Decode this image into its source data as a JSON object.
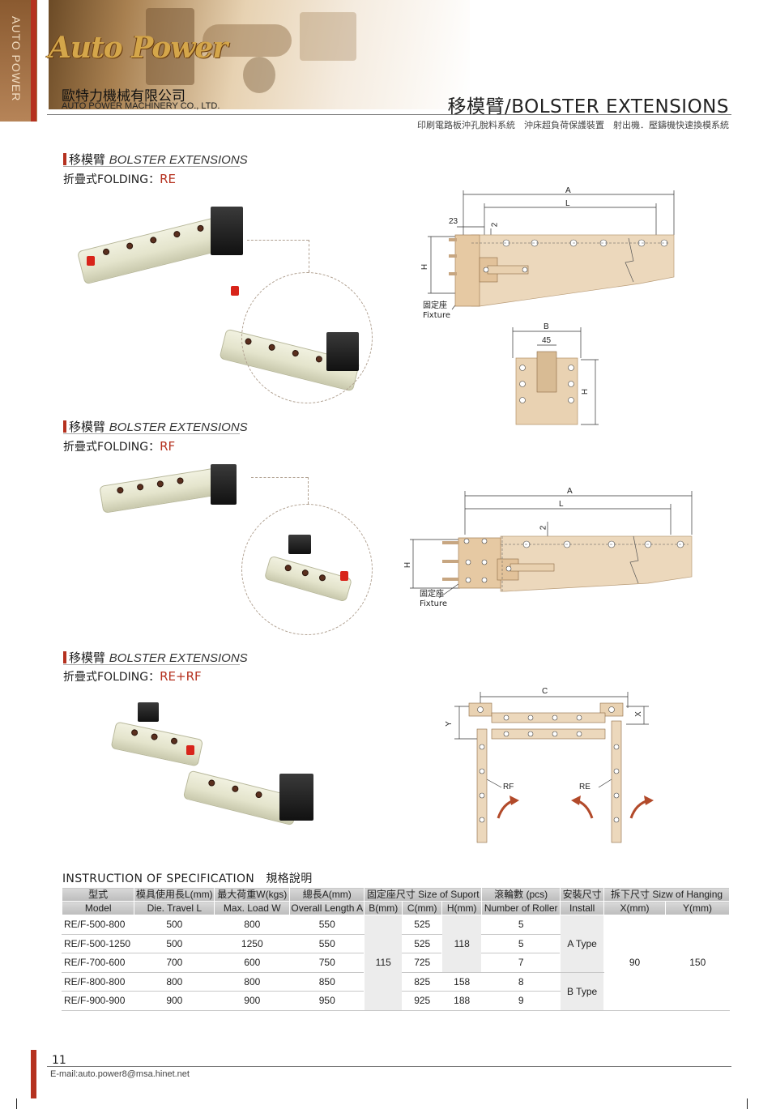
{
  "header": {
    "side_text": "AUTO POWER",
    "logo": "Auto Power",
    "company_cn": "歐特力機械有限公司",
    "company_en": "AUTO POWER MACHINERY CO., LTD.",
    "title": "移模臂/BOLSTER EXTENSIONS",
    "subtitle": "印刷電路板沖孔脫料系統　沖床超負荷保護裝置　射出機．壓鑄機快速換模系統"
  },
  "sections": [
    {
      "cn": "移模臂",
      "en": "BOLSTER EXTENSIONS",
      "sub": "折疊式FOLDING：",
      "code": "RE"
    },
    {
      "cn": "移模臂",
      "en": "BOLSTER EXTENSIONS",
      "sub": "折疊式FOLDING：",
      "code": "RF"
    },
    {
      "cn": "移模臂",
      "en": "BOLSTER EXTENSIONS",
      "sub": "折疊式FOLDING：",
      "code": "RE+RF"
    }
  ],
  "drawings": {
    "re_side": {
      "A": "A",
      "L": "L",
      "d23": "23",
      "d2": "2",
      "H": "H",
      "fixture_cn": "固定座",
      "fixture_en": "Fixture"
    },
    "re_end": {
      "B": "B",
      "d45": "45",
      "H": "H"
    },
    "rf_side": {
      "A": "A",
      "L": "L",
      "d2": "2",
      "H": "H",
      "fixture_cn": "固定座",
      "fixture_en": "Fixture"
    },
    "combo": {
      "C": "C",
      "X": "X",
      "Y": "Y",
      "RF": "RF",
      "RE": "RE"
    }
  },
  "spec": {
    "title": "INSTRUCTION OF SPECIFICATION　規格說明",
    "headers": {
      "model_cn": "型式",
      "model_en": "Model",
      "travel_cn": "模具使用長L(mm)",
      "travel_en": "Die. Travel L",
      "load_cn": "最大荷重W(kgs)",
      "load_en": "Max. Load W",
      "length_cn": "總長A(mm)",
      "length_en": "Overall Length A",
      "support": "固定座尺寸 Size of Suport",
      "b": "B(mm)",
      "c": "C(mm)",
      "h": "H(mm)",
      "roller_cn": "滾輪數 (pcs)",
      "roller_en": "Number of Roller",
      "install_cn": "安裝尺寸",
      "install_en": "Install",
      "hanging": "拆下尺寸 Sizw of Hanging",
      "x": "X(mm)",
      "y": "Y(mm)"
    },
    "rows": [
      {
        "model": "RE/F-500-800",
        "travel": "500",
        "load": "800",
        "length": "550",
        "c": "525",
        "rollers": "5"
      },
      {
        "model": "RE/F-500-1250",
        "travel": "500",
        "load": "1250",
        "length": "550",
        "c": "525",
        "rollers": "5"
      },
      {
        "model": "RE/F-700-600",
        "travel": "700",
        "load": "600",
        "length": "750",
        "c": "725",
        "rollers": "7"
      },
      {
        "model": "RE/F-800-800",
        "travel": "800",
        "load": "800",
        "length": "850",
        "c": "825",
        "rollers": "8"
      },
      {
        "model": "RE/F-900-900",
        "travel": "900",
        "load": "900",
        "length": "950",
        "c": "925",
        "rollers": "9"
      }
    ],
    "merged": {
      "b": "115",
      "h_a": "118",
      "h_b1": "158",
      "h_b2": "188",
      "install_a": "A Type",
      "install_b": "B Type",
      "x": "90",
      "y": "150"
    }
  },
  "footer": {
    "page": "11",
    "email": "E-mail:auto.power8@msa.hinet.net"
  }
}
